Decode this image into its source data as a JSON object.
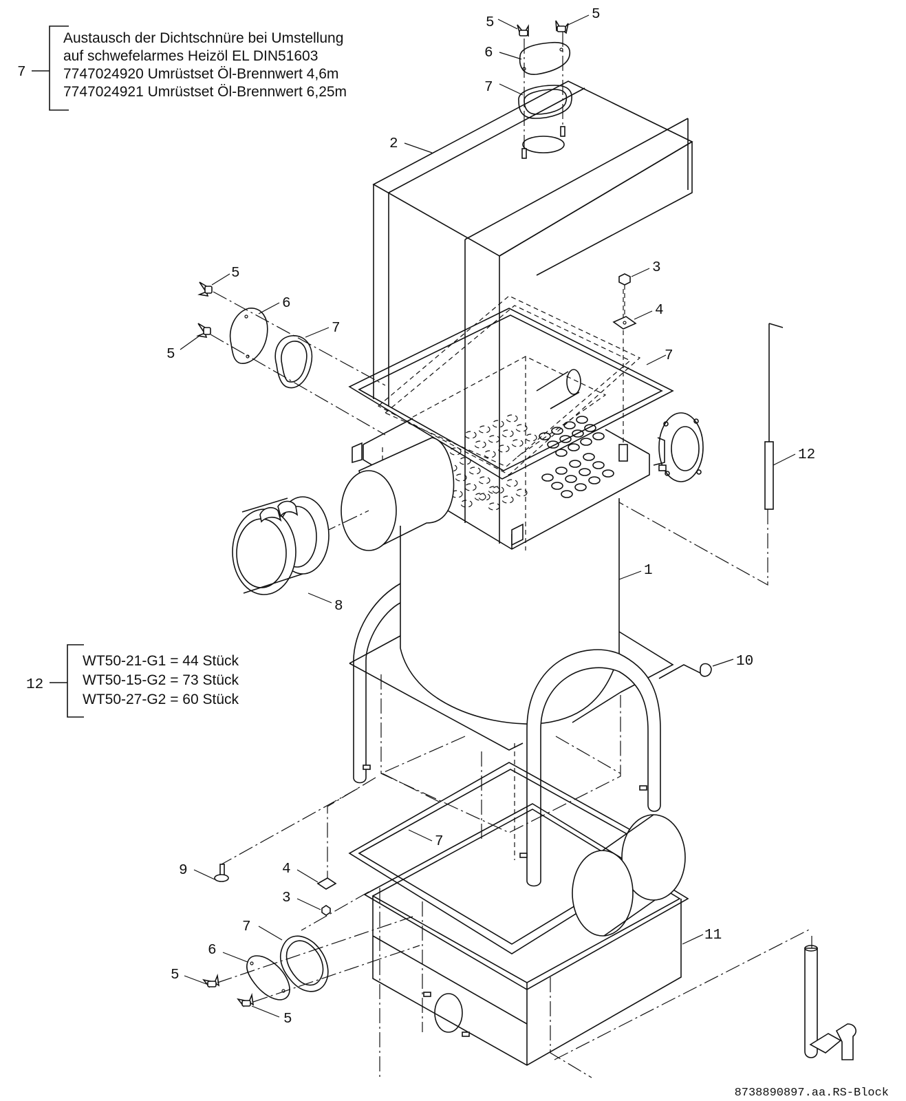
{
  "note_top": {
    "callout": "7",
    "lines": [
      "Austausch der Dichtschnüre bei Umstellung",
      "auf schwefelarmes Heizöl EL DIN51603",
      "7747024920 Umrüstset Öl-Brennwert 4,6m",
      "7747024921 Umrüstset Öl-Brennwert 6,25m"
    ]
  },
  "note_mid": {
    "callout": "12",
    "lines": [
      "WT50-21-G1 = 44 Stück",
      "WT50-15-G2 = 73 Stück",
      "WT50-27-G2 = 60 Stück"
    ]
  },
  "callouts": {
    "top_wingnut_left": "5",
    "top_wingnut_right": "5",
    "top_cover": "6",
    "top_gasket": "7",
    "housing": "2",
    "nut_upper": "3",
    "washer_upper": "4",
    "frame_gasket_upper": "7",
    "turbulator": "12",
    "left_wingnut_top": "5",
    "left_cover": "6",
    "left_gasket": "7",
    "left_wingnut_bottom": "5",
    "heat_exchanger": "1",
    "flue_adapter": "8",
    "clip": "10",
    "frame_gasket_lower": "7",
    "foot": "9",
    "washer_lower": "4",
    "nut_lower": "3",
    "bottom_gasket": "7",
    "bottom_cover": "6",
    "bottom_wingnut_top": "5",
    "bottom_wingnut_bottom": "5",
    "condensate_pan": "11"
  },
  "drawing_ref": "8738890897.aa.RS-Block"
}
